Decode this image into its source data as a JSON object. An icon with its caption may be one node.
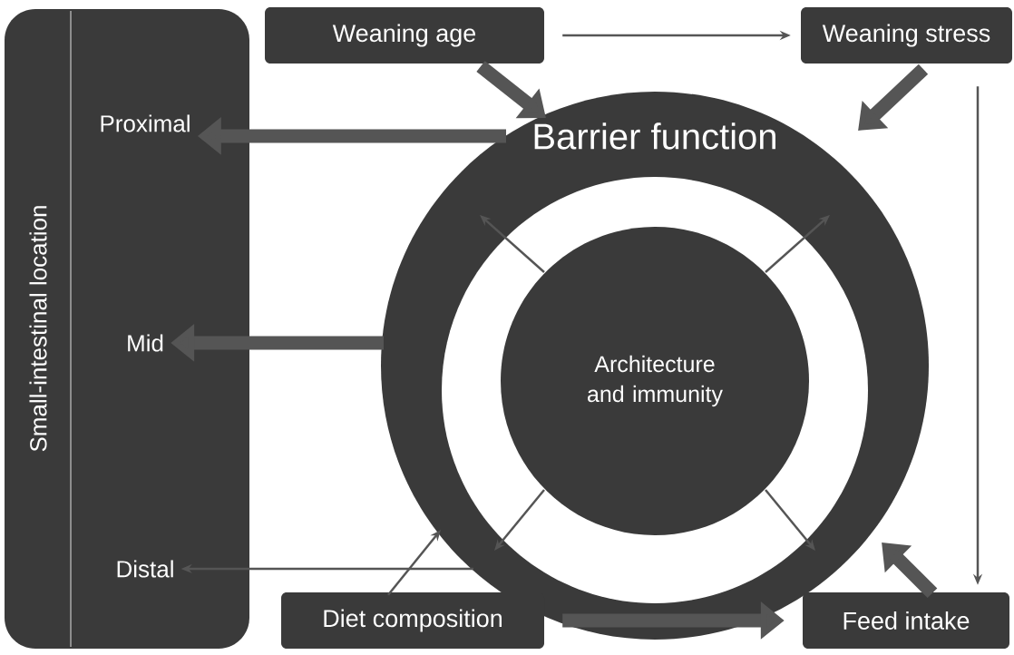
{
  "diagram": {
    "nodes": [
      {
        "text": [
          "Small-intestinal location"
        ]
      },
      {
        "text": [
          "Proximal"
        ],
        "in": 0
      },
      {
        "text": [
          "Mid"
        ],
        "in": 0
      },
      {
        "text": [
          "Distal"
        ],
        "in": 0
      },
      {
        "text": [
          "Weaning age"
        ]
      },
      {
        "text": [
          "Weaning stress"
        ]
      },
      {
        "text": [
          "Barrier function"
        ]
      },
      {
        "text": [
          "Architecture and immunity"
        ],
        "in": 6
      },
      {
        "text": [
          "Diet composition"
        ]
      },
      {
        "text": [
          "Feed intake"
        ]
      }
    ],
    "edges": [
      {
        "from": 4,
        "to": 5,
        "arrow": "to"
      },
      {
        "from": 5,
        "to": 9,
        "arrow": "to"
      },
      {
        "from": 8,
        "to": 9,
        "arrow": "to",
        "style": "thick"
      },
      {
        "from": 4,
        "to": 6,
        "arrow": "to",
        "style": "thick"
      },
      {
        "from": 5,
        "to": 6,
        "arrow": "to",
        "style": "thick"
      },
      {
        "from": 9,
        "to": 6,
        "arrow": "to",
        "style": "thick"
      },
      {
        "from": 8,
        "to": 6,
        "arrow": "to"
      },
      {
        "from": 6,
        "to": 1,
        "arrow": "to",
        "style": "thick"
      },
      {
        "from": 6,
        "to": 2,
        "arrow": "to",
        "style": "thick"
      },
      {
        "from": 6,
        "to": 3,
        "arrow": "to"
      },
      {
        "from": 7,
        "to": 6,
        "arrow": "to"
      },
      {
        "from": 7,
        "to": 6,
        "arrow": "to"
      },
      {
        "from": 7,
        "to": 6,
        "arrow": "to"
      },
      {
        "from": 7,
        "to": 6,
        "arrow": "to"
      }
    ]
  }
}
